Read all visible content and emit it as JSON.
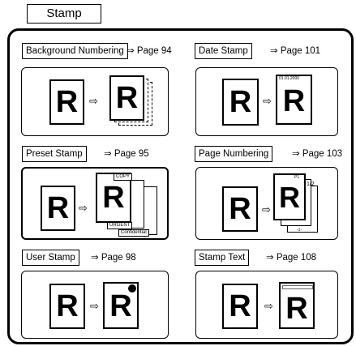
{
  "header": {
    "title": "Stamp"
  },
  "sections": {
    "background_numbering": {
      "label": "Background Numbering",
      "ref": "⇒ Page 94"
    },
    "date_stamp": {
      "label": "Date Stamp",
      "ref": "⇒ Page 101",
      "date_text": "01.01.2000"
    },
    "preset_stamp": {
      "label": "Preset Stamp",
      "ref": "⇒ Page 95",
      "tag_copy": "COPY",
      "tag_urgent": "URGENT",
      "tag_confidential": "Confidential"
    },
    "page_numbering": {
      "label": "Page Numbering",
      "ref": "⇒ Page 103",
      "page_mark": "P1",
      "page_fraction": "1/2",
      "page_dash": "-1-"
    },
    "user_stamp": {
      "label": "User Stamp",
      "ref": "⇒ Page 98"
    },
    "stamp_text": {
      "label": "Stamp Text",
      "ref": "⇒ Page 108"
    }
  },
  "glyphs": {
    "letter": "R",
    "arrow": "⇨"
  }
}
